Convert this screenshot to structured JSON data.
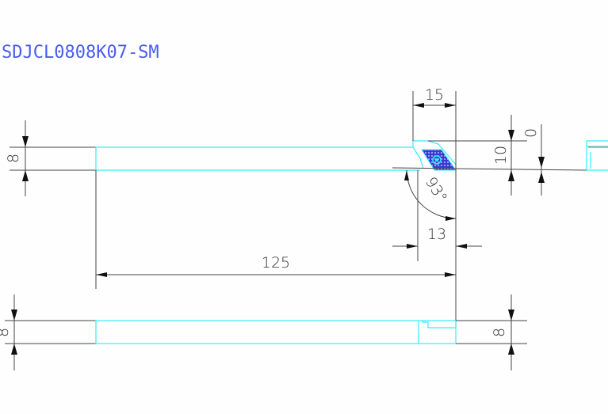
{
  "title": "SDJCL0808K07-SM",
  "dimensions": {
    "shank_height_top": "8",
    "cut_width": "15",
    "head_height": "10",
    "offset": "0",
    "angle": "93°",
    "tip_offset": "13",
    "length": "125",
    "shank_height_bottom_left": "8",
    "shank_height_bottom_right": "8"
  },
  "colors": {
    "title": "#4a5cf0",
    "outline": "#33eeff",
    "insert": "#3a3ad0",
    "dimension": "#444444"
  }
}
